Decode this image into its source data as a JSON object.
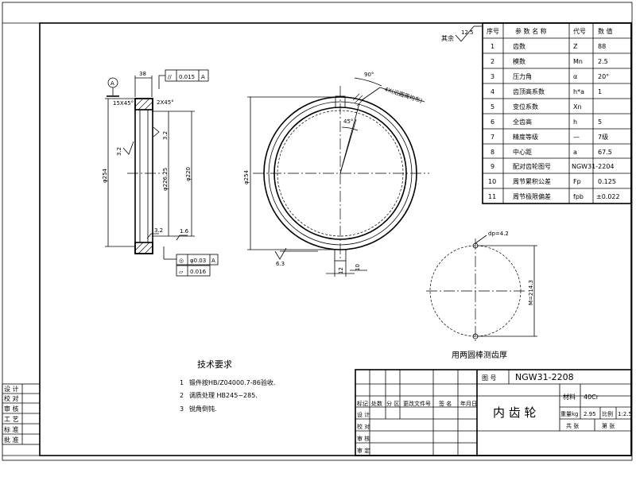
{
  "drawing": {
    "number_label": "图 号",
    "number_value": "NGW31-2208",
    "part_name": "内 齿 轮",
    "material_label": "材料",
    "material_value": "40Cr",
    "weight_label": "重量kg",
    "weight_value": "2.95",
    "scale_label": "比例",
    "scale_value": "1:2.5",
    "sheets_total_label": "共 张",
    "sheet_no_label": "第 张"
  },
  "title_block": {
    "header_cells": [
      "标记",
      "处数",
      "分 区",
      "更改文件号",
      "签 名",
      "年月日"
    ],
    "role_rows": [
      "设 计",
      "校 对",
      "审 核",
      "审 定"
    ]
  },
  "side_block": {
    "rows": [
      "设 计",
      "校 对",
      "审 核",
      "工 艺",
      "标 准",
      "批 准"
    ]
  },
  "technical_requirements": {
    "title": "技术要求",
    "items": [
      {
        "num": "1",
        "text": "锻件按HB/Z04000.7-86验收."
      },
      {
        "num": "2",
        "text": "调质处理 HB245~285."
      },
      {
        "num": "3",
        "text": "锐角倒钝."
      }
    ]
  },
  "roughness": {
    "rest_label": "其余",
    "rest_value": "12.5"
  },
  "params_table": {
    "headers": [
      "序号",
      "参 数 名 称",
      "代号",
      "数 值"
    ],
    "rows": [
      [
        "1",
        "齿数",
        "Z",
        "88"
      ],
      [
        "2",
        "模数",
        "Mn",
        "2.5"
      ],
      [
        "3",
        "压力角",
        "α",
        "20°"
      ],
      [
        "4",
        "齿顶高系数",
        "h*a",
        "1"
      ],
      [
        "5",
        "变位系数",
        "Xn",
        ""
      ],
      [
        "6",
        "全齿高",
        "h",
        "5"
      ],
      [
        "7",
        "精度等级",
        "—",
        "7级"
      ],
      [
        "8",
        "中心距",
        "a",
        "67.5"
      ],
      [
        "9",
        "配对齿轮图号",
        "NGW31-2204",
        ""
      ],
      [
        "10",
        "周节累积公差",
        "Fp",
        "0.125"
      ],
      [
        "11",
        "周节极限偏差",
        "fpb",
        "±0.022"
      ]
    ]
  },
  "section_view": {
    "datum": "A",
    "width_dim": "38",
    "parallelism_symbol": "//",
    "parallelism_tol": "0.015",
    "parallelism_datum": "A",
    "chamfer_left": "15X45°",
    "chamfer_right": "2X45°",
    "dia_outer": "φ254",
    "dia_root": "φ226.25",
    "dia_inner": "φ220",
    "rough_a": "3.2",
    "rough_b": "3.2",
    "rough_c": "3.2",
    "rough_d": "1.6",
    "runout_symbol": "◎",
    "runout_tol": "φ0.03",
    "runout_datum": "A",
    "flatness_symbol": "▱",
    "flatness_tol": "0.016"
  },
  "front_view": {
    "dia_label": "φ254",
    "angle_label": "45°",
    "angle_label_2": "90°",
    "keyway_note": "4X(沿圆周均布)",
    "rough_bottom": "6.3",
    "slot_dim": "12",
    "slot_tol": "10"
  },
  "measure_view": {
    "pin_label": "dp=4.2",
    "measure_dim": "M=214.3",
    "caption": "用两圆棒测齿厚"
  }
}
